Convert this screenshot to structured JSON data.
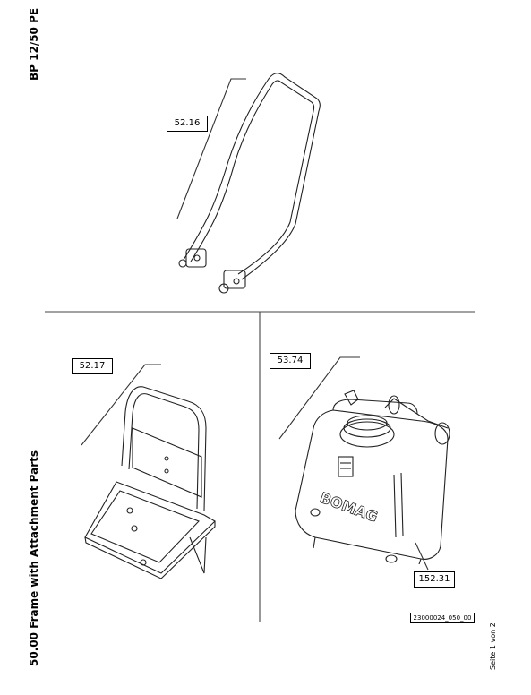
{
  "header": {
    "model": "BP 12/50 PE"
  },
  "footer": {
    "section_title": "50.00 Frame with Attachment Parts",
    "page_label": "Seite 1 von 2"
  },
  "callouts": {
    "c1": "52.16",
    "c2": "52.17",
    "c3": "53.74",
    "c4": "152.31"
  },
  "drawing_number": "23000024_050_00",
  "tank_brand_label": "BOMAG"
}
